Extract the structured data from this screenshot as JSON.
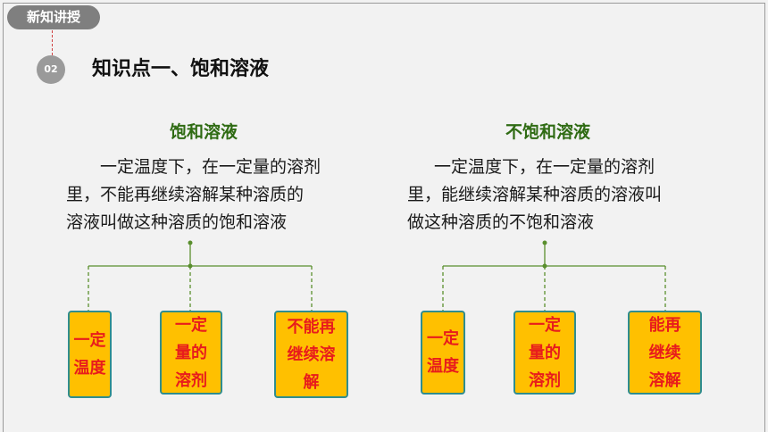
{
  "tag": "新知讲授",
  "section_number": "02",
  "heading": "知识点一、饱和溶液",
  "left": {
    "title": "饱和溶液",
    "desc_lines": [
      "一定温度下，在一定量的溶剂",
      "里，不能再继续溶解某种溶质的",
      "溶液叫做这种溶质的饱和溶液"
    ],
    "boxes": [
      [
        "一定",
        "温度"
      ],
      [
        "一定",
        "量的",
        "溶剂"
      ],
      [
        "不能再",
        "继续溶",
        "解"
      ]
    ]
  },
  "right": {
    "title": "不饱和溶液",
    "desc_lines": [
      "一定温度下，在一定量的溶剂",
      "里，能继续溶解某种溶质的溶液叫",
      "做这种溶质的不饱和溶液"
    ],
    "boxes": [
      [
        "一定",
        "温度"
      ],
      [
        "一定",
        "量的",
        "溶剂"
      ],
      [
        "能再",
        "继续",
        "溶解"
      ]
    ]
  },
  "colors": {
    "title_green": "#2f6b13",
    "box_fill": "#ffc000",
    "box_border": "#2f8d8f",
    "box_text": "#e81c1c",
    "connector": "#5a8f2e"
  }
}
